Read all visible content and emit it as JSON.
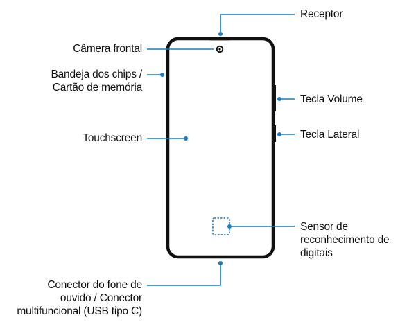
{
  "colors": {
    "callout_line": "#1a7bbd",
    "phone_outline": "#111111",
    "text": "#111111",
    "background": "#ffffff"
  },
  "labels": {
    "receptor": "Receptor",
    "camera_frontal": "Câmera frontal",
    "bandeja_line1": "Bandeja dos chips /",
    "bandeja_line2": "Cartão de memória",
    "touchscreen": "Touchscreen",
    "tecla_volume": "Tecla Volume",
    "tecla_lateral": "Tecla Lateral",
    "sensor_line1": "Sensor de",
    "sensor_line2": "reconhecimento de",
    "sensor_line3": "digitais",
    "conector_line1": "Conector do fone de",
    "conector_line2": "ouvido / Conector",
    "conector_line3": "multifuncional (USB tipo C)"
  },
  "icons": {
    "camera": "front-camera-icon",
    "fingerprint": "fingerprint-sensor-icon"
  }
}
